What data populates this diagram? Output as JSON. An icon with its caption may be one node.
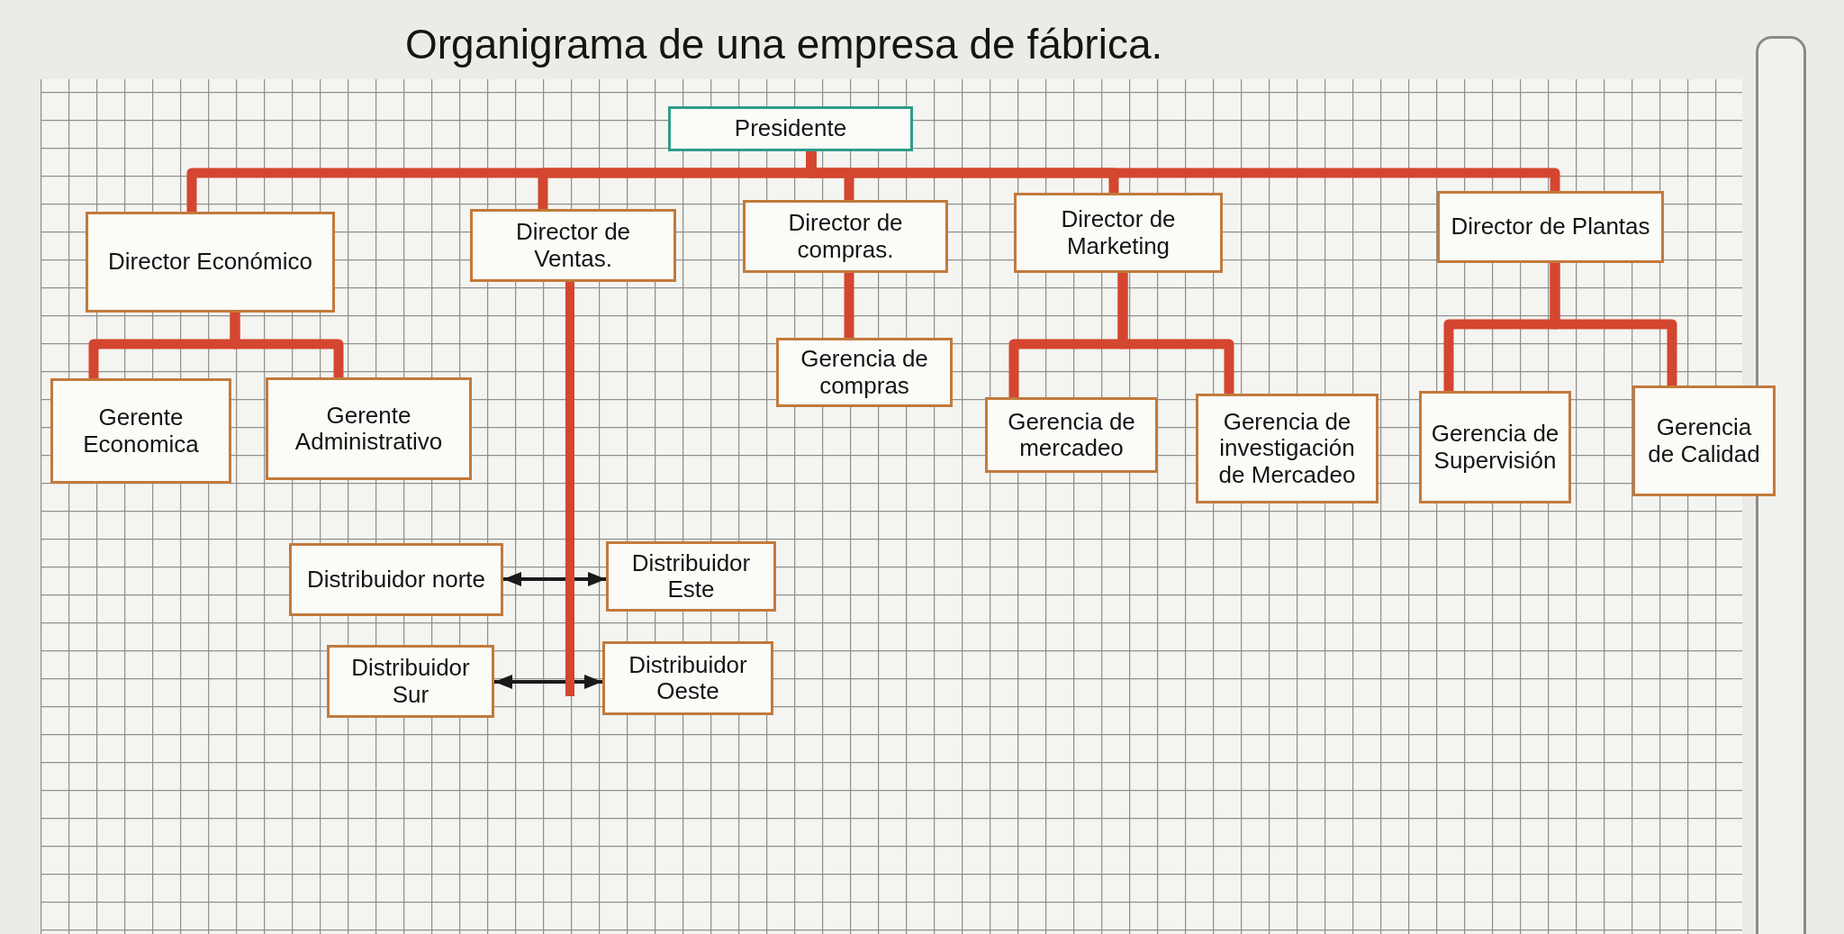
{
  "diagram": {
    "title": "Organigrama de una empresa de fábrica.",
    "nodes": [
      {
        "text": [
          "Presidente"
        ]
      },
      {
        "text": [
          "Director Económico"
        ]
      },
      {
        "text": [
          "Director de Ventas."
        ]
      },
      {
        "text": [
          "Director de compras."
        ]
      },
      {
        "text": [
          "Director de Marketing"
        ]
      },
      {
        "text": [
          "Director de Plantas"
        ]
      },
      {
        "text": [
          "Gerente Economica"
        ]
      },
      {
        "text": [
          "Gerente Administrativo"
        ]
      },
      {
        "text": [
          "Gerencia de compras"
        ]
      },
      {
        "text": [
          "Gerencia de mercadeo"
        ]
      },
      {
        "text": [
          "Gerencia de investigación de Mercadeo"
        ]
      },
      {
        "text": [
          "Gerencia de Supervisión"
        ]
      },
      {
        "text": [
          "Gerencia de Calidad"
        ]
      },
      {
        "text": [
          "Distribuidor norte"
        ]
      },
      {
        "text": [
          "Distribuidor Este"
        ]
      },
      {
        "text": [
          "Distribuidor Sur"
        ]
      },
      {
        "text": [
          "Distribuidor Oeste"
        ]
      }
    ],
    "edges": [
      {
        "from": 0,
        "to": 1,
        "arrow": "none"
      },
      {
        "from": 0,
        "to": 2,
        "arrow": "none"
      },
      {
        "from": 0,
        "to": 3,
        "arrow": "none"
      },
      {
        "from": 0,
        "to": 4,
        "arrow": "none"
      },
      {
        "from": 0,
        "to": 5,
        "arrow": "none"
      },
      {
        "from": 1,
        "to": 6,
        "arrow": "none"
      },
      {
        "from": 1,
        "to": 7,
        "arrow": "none"
      },
      {
        "from": 3,
        "to": 8,
        "arrow": "none"
      },
      {
        "from": 4,
        "to": 9,
        "arrow": "none"
      },
      {
        "from": 4,
        "to": 10,
        "arrow": "none"
      },
      {
        "from": 5,
        "to": 11,
        "arrow": "none"
      },
      {
        "from": 5,
        "to": 12,
        "arrow": "none"
      },
      {
        "from": 2,
        "to": 13,
        "arrow": "to"
      },
      {
        "from": 2,
        "to": 14,
        "arrow": "to"
      },
      {
        "from": 2,
        "to": 15,
        "arrow": "to"
      },
      {
        "from": 2,
        "to": 16,
        "arrow": "to"
      }
    ]
  }
}
